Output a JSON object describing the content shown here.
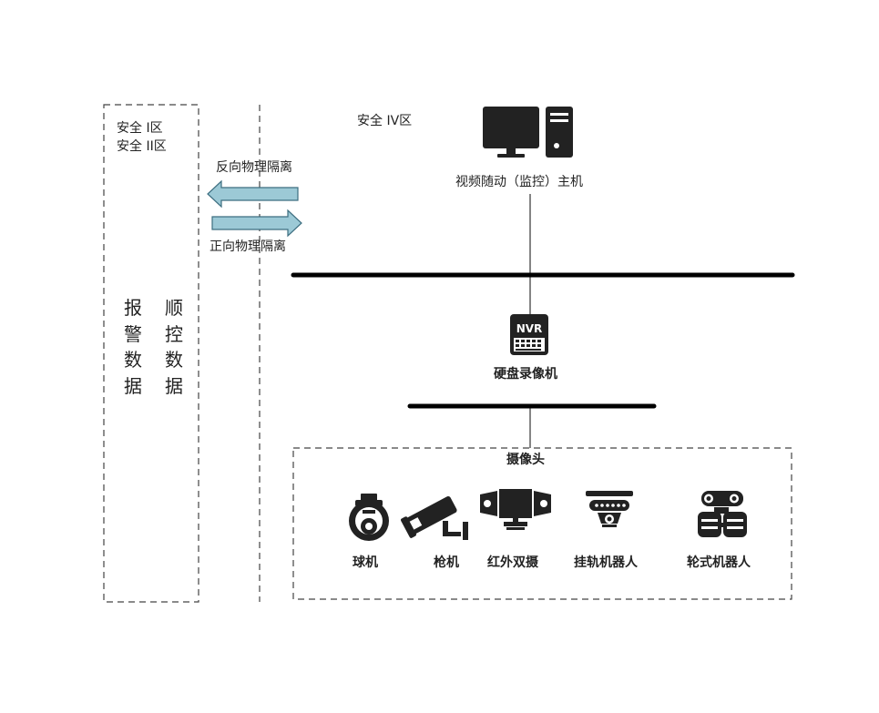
{
  "zones": {
    "zone_1": "安全 I区",
    "zone_2": "安全 II区",
    "zone_4": "安全 IV区"
  },
  "isolation": {
    "reverse": "反向物理隔离",
    "forward": "正向物理隔离"
  },
  "data_columns": {
    "alarm": [
      "报",
      "警",
      "数",
      "据"
    ],
    "control": [
      "顺",
      "控",
      "数",
      "据"
    ]
  },
  "host": {
    "label": "视频随动（监控）主机"
  },
  "nvr": {
    "icon_text": "NVR",
    "label": "硬盘录像机"
  },
  "cameras": {
    "title": "摄像头",
    "items": [
      {
        "label": "球机",
        "icon": "dome-camera-icon"
      },
      {
        "label": "枪机",
        "icon": "bullet-camera-icon"
      },
      {
        "label": "红外双摄",
        "icon": "infrared-dual-camera-icon"
      },
      {
        "label": "挂轨机器人",
        "icon": "rail-robot-icon"
      },
      {
        "label": "轮式机器人",
        "icon": "wheeled-robot-icon"
      }
    ]
  },
  "colors": {
    "arrow_fill": "#9cc9d6",
    "arrow_stroke": "#3d6e80",
    "line": "#000000",
    "dash": "#444444"
  }
}
